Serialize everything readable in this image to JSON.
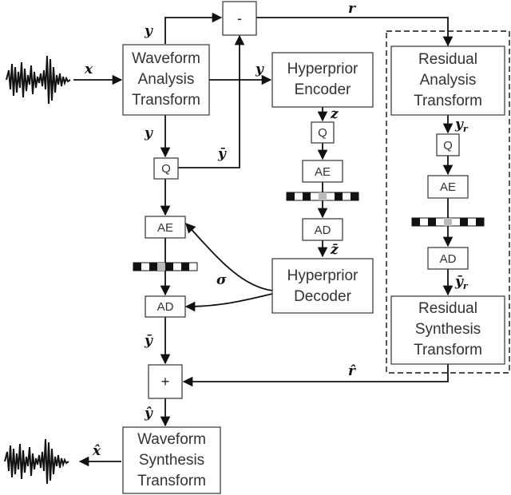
{
  "blocks": {
    "wat": [
      "Waveform",
      "Analysis",
      "Transform"
    ],
    "he": [
      "Hyperprior",
      "Encoder"
    ],
    "hd": [
      "Hyperprior",
      "Decoder"
    ],
    "rat": [
      "Residual",
      "Analysis",
      "Transform"
    ],
    "rst": [
      "Residual",
      "Synthesis",
      "Transform"
    ],
    "wst": [
      "Waveform",
      "Synthesis",
      "Transform"
    ]
  },
  "ops": {
    "q": "Q",
    "ae": "AE",
    "ad": "AD",
    "minus": "-",
    "plus": "+"
  },
  "symbols": {
    "x": "x",
    "x_hat": "x̂",
    "y": "y",
    "y_bar": "ȳ",
    "y_hat": "ŷ",
    "z": "z",
    "z_bar": "z̄",
    "r": "r",
    "r_hat": "r̂",
    "sigma": "σ",
    "y_r": "y",
    "y_r_bar": "ȳ",
    "r_subscript": "r"
  }
}
